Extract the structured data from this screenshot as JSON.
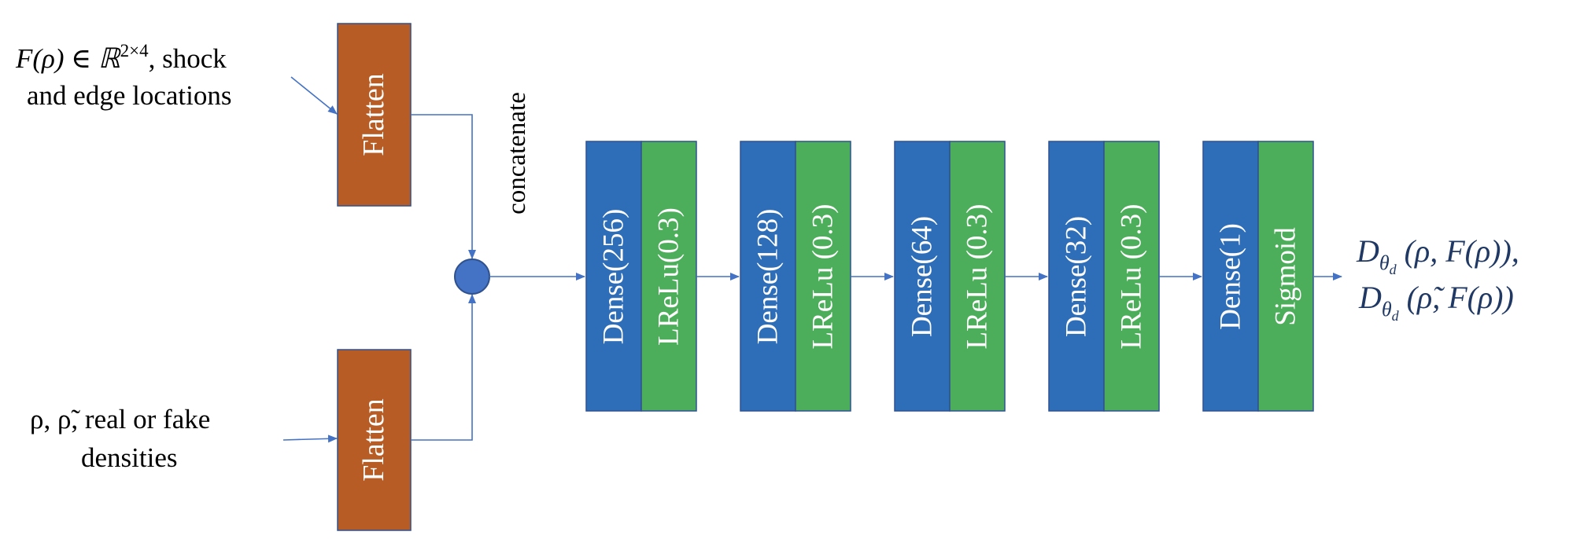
{
  "inputs": {
    "top_line1": "F(ρ) ∈ ℝ",
    "top_sup": "2×4",
    "top_line1_rest": ", shock",
    "top_line2": "and edge locations",
    "bottom_line1": "ρ, ρ̃, real or fake",
    "bottom_line2": "densities"
  },
  "flatten_top": "Flatten",
  "flatten_bottom": "Flatten",
  "concat_label": "concatenate",
  "blocks": [
    {
      "dense": "Dense(256)",
      "act": "LReLu(0.3)"
    },
    {
      "dense": "Dense(128)",
      "act": "LReLu (0.3)"
    },
    {
      "dense": "Dense(64)",
      "act": "LReLu (0.3)"
    },
    {
      "dense": "Dense(32)",
      "act": "LReLu (0.3)"
    },
    {
      "dense": "Dense(1)",
      "act": "Sigmoid"
    }
  ],
  "output": {
    "line1_pre": "D",
    "line1_sub": "θ",
    "line1_subsub": "d",
    "line1_post": " (ρ, F(ρ)),",
    "line2_pre": "D",
    "line2_sub": "θ",
    "line2_subsub": "d",
    "line2_post": " (ρ̃, F(ρ))"
  },
  "colors": {
    "flatten": "#B85C25",
    "dense": "#2E6EB8",
    "activation": "#4CAD5A",
    "arrow": "#4472C4",
    "node": "#4472C4",
    "node_stroke": "#2F528F",
    "box_stroke": "#2F528F",
    "output_text": "#1F3864"
  }
}
